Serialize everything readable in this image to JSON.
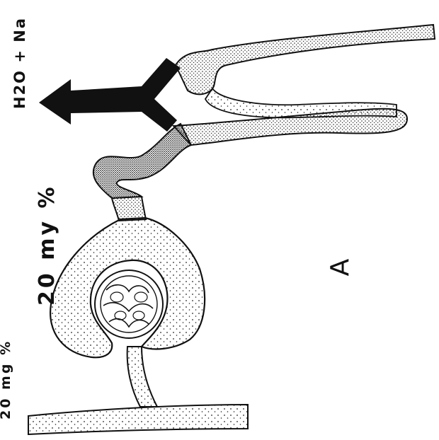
{
  "labels": {
    "product": "H2O + Na",
    "concentration_mid": "20 my %",
    "concentration_low": "20 mg %",
    "panel": "A"
  },
  "colors": {
    "ink": "#111111",
    "background": "#ffffff",
    "dark_stipple": "#3a3a3a"
  }
}
